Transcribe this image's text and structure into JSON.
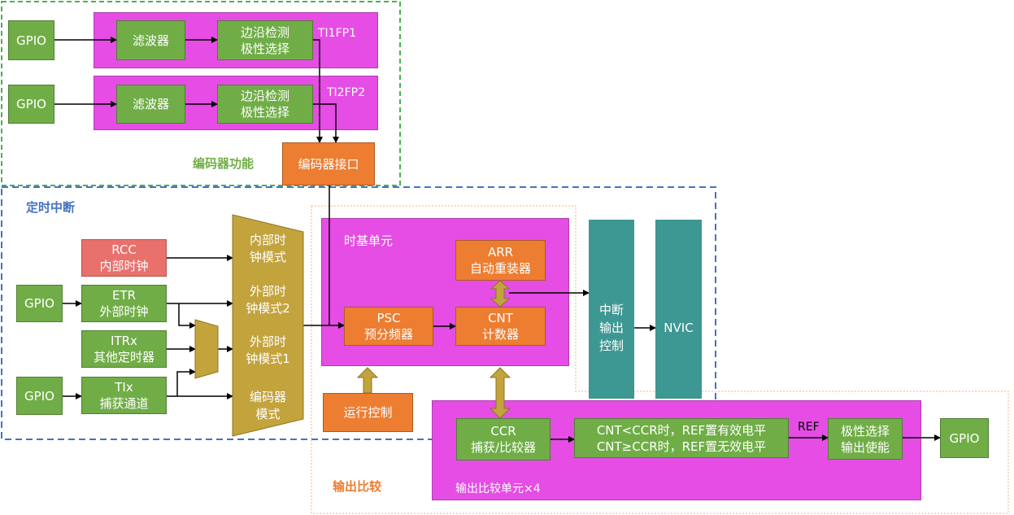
{
  "colors": {
    "green": "#70AD47",
    "magenta": "#E54DE5",
    "orange": "#ED7D31",
    "teal": "#3D9792",
    "olive": "#C3A33C",
    "red": "#E8716C",
    "encoder_section": "#70AD47",
    "timer_section": "#4472C4",
    "compare_section": "#ED7D31"
  },
  "encoder": {
    "section_label": "编码器功能",
    "row1": {
      "gpio": "GPIO",
      "filter": "滤波器",
      "edge_line1": "边沿检测",
      "edge_line2": "极性选择",
      "signal": "TI1FP1"
    },
    "row2": {
      "gpio": "GPIO",
      "filter": "滤波器",
      "edge_line1": "边沿检测",
      "edge_line2": "极性选择",
      "signal": "TI2FP2"
    },
    "interface": "编码器接口"
  },
  "timer_interrupt": {
    "section_label": "定时中断",
    "sources": {
      "rcc": {
        "line1": "RCC",
        "line2": "内部时钟"
      },
      "etr": {
        "line1": "ETR",
        "line2": "外部时钟"
      },
      "itrx": {
        "line1": "ITRx",
        "line2": "其他定时器"
      },
      "tix": {
        "line1": "TIx",
        "line2": "捕获通道"
      },
      "gpio_etr": "GPIO",
      "gpio_tix": "GPIO"
    },
    "clock_modes": [
      [
        "内部时",
        "钟模式"
      ],
      [
        "外部时",
        "钟模式2"
      ],
      [
        "外部时",
        "钟模式1"
      ],
      [
        "编码器",
        "模式"
      ]
    ],
    "time_base": {
      "label": "时基单元",
      "arr": [
        "ARR",
        "自动重装器"
      ],
      "cnt": [
        "CNT",
        "计数器"
      ],
      "psc": [
        "PSC",
        "预分频器"
      ]
    },
    "run_control": "运行控制",
    "interrupt_output_control": [
      "中断",
      "输出",
      "控制"
    ],
    "nvic": "NVIC"
  },
  "output_compare": {
    "section_label": "输出比较",
    "unit_label": "输出比较单元×4",
    "ccr": [
      "CCR",
      "捕获/比较器"
    ],
    "rule": [
      "CNT<CCR时，REF置有效电平",
      "CNT≥CCR时，REF置无效电平"
    ],
    "ref_label": "REF",
    "polarity": [
      "极性选择",
      "输出使能"
    ],
    "gpio": "GPIO"
  }
}
